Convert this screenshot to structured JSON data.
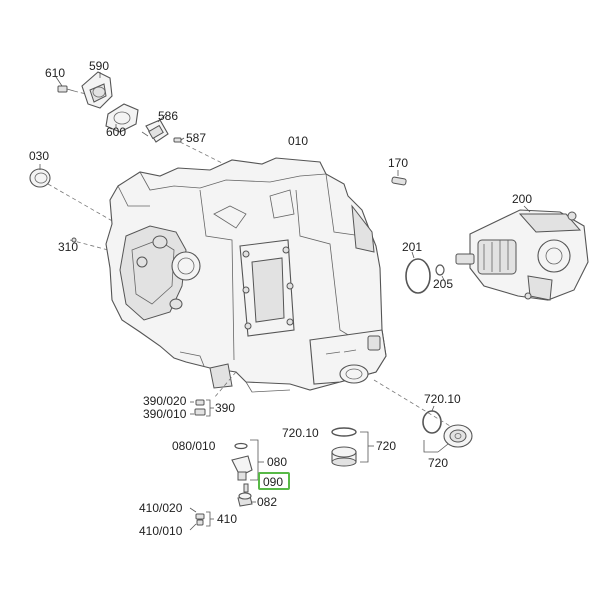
{
  "diagram": {
    "highlight_color": "#58b947",
    "labels": {
      "l610": "610",
      "l590": "590",
      "l600": "600",
      "l586": "586",
      "l587": "587",
      "l010": "010",
      "l030": "030",
      "l310": "310",
      "l170": "170",
      "l200": "200",
      "l201": "201",
      "l205": "205",
      "l390_020": "390/020",
      "l390_010": "390/010",
      "l390": "390",
      "l72010a": "720.10",
      "l720a": "720",
      "l72010b": "720.10",
      "l720b": "720",
      "l080_010": "080/010",
      "l080": "080",
      "l090": "090",
      "l082": "082",
      "l410_020": "410/020",
      "l410_010": "410/010",
      "l410": "410"
    }
  }
}
